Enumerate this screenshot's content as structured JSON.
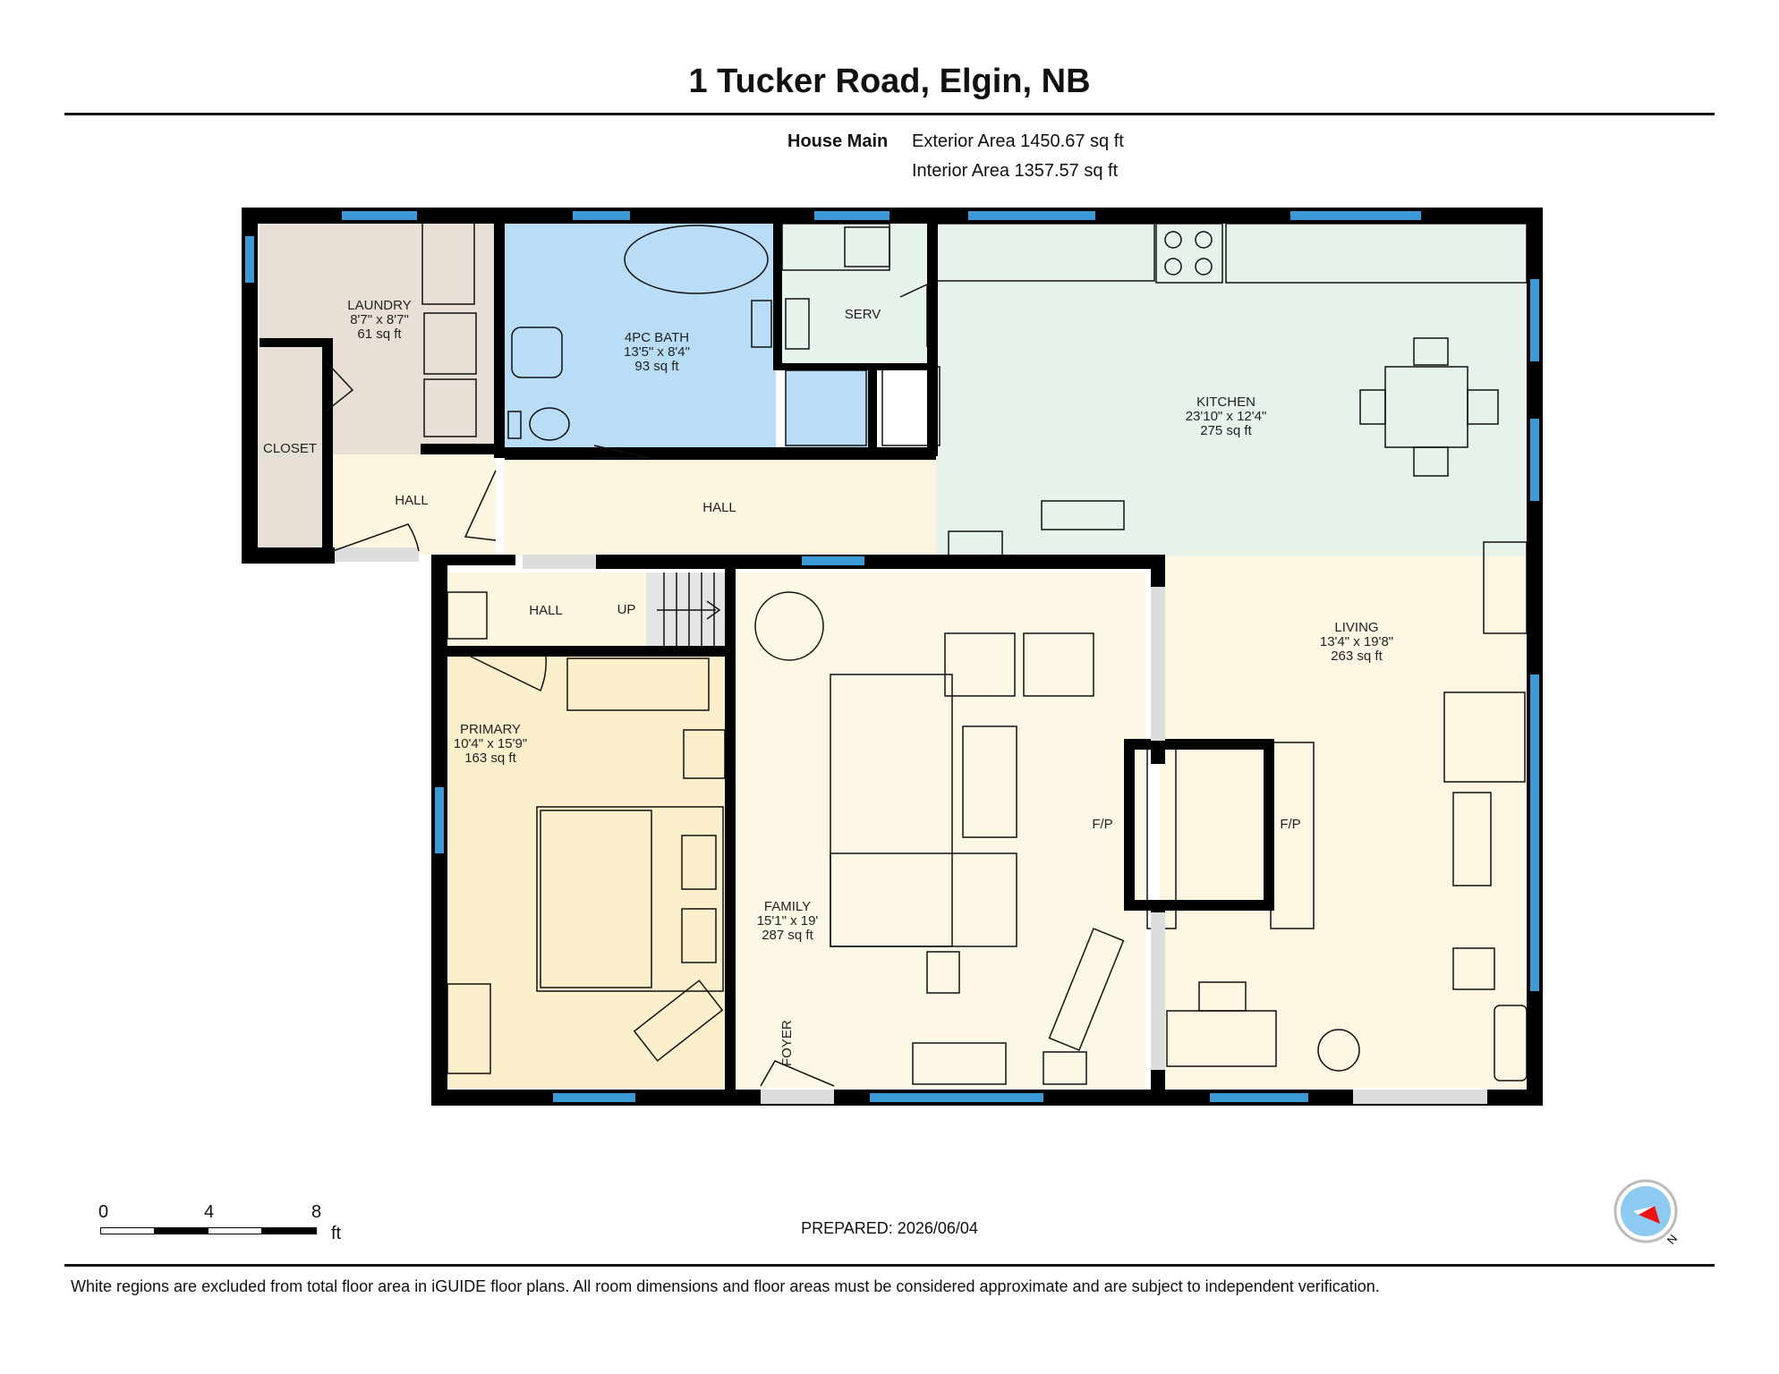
{
  "title": "1 Tucker Road, Elgin, NB",
  "area": {
    "label": "House Main",
    "exterior": "Exterior Area 1450.67 sq ft",
    "interior": "Interior Area 1357.57 sq ft"
  },
  "rooms": {
    "laundry": {
      "name": "LAUNDRY",
      "dims": "8'7\" x 8'7\"",
      "area": "61 sq ft"
    },
    "bath": {
      "name": "4PC BATH",
      "dims": "13'5\" x 8'4\"",
      "area": "93 sq ft"
    },
    "serv": {
      "name": "SERV"
    },
    "kitchen": {
      "name": "KITCHEN",
      "dims": "23'10\" x 12'4\"",
      "area": "275 sq ft"
    },
    "closet": {
      "name": "CLOSET"
    },
    "hall_a": {
      "name": "HALL"
    },
    "hall_b": {
      "name": "HALL"
    },
    "hall_c": {
      "name": "HALL"
    },
    "up": {
      "name": "UP"
    },
    "primary": {
      "name": "PRIMARY",
      "dims": "10'4\" x 15'9\"",
      "area": "163 sq ft"
    },
    "family": {
      "name": "FAMILY",
      "dims": "15'1\" x 19'",
      "area": "287 sq ft"
    },
    "living": {
      "name": "LIVING",
      "dims": "13'4\" x 19'8\"",
      "area": "263 sq ft"
    },
    "fp_left": {
      "name": "F/P"
    },
    "fp_right": {
      "name": "F/P"
    },
    "foyer": {
      "name": "FOYER"
    }
  },
  "colors": {
    "wall": "#000000",
    "window": "#3b9ad6",
    "laundry": "#e8e0d6",
    "bath": "#b9ddf6",
    "kitchen": "#e6f2ea",
    "hall": "#fcf5df",
    "primary": "#fcefcc",
    "family": "#fdf8e5",
    "living": "#fcf6e2",
    "closet": "#e6dfd6"
  },
  "scale": {
    "ticks": [
      "0",
      "4",
      "8"
    ],
    "unit": "ft"
  },
  "prepared": "PREPARED: 2026/06/04",
  "compass_label": "N",
  "footer": "White regions are excluded from total floor area in iGUIDE floor plans. All room dimensions and floor areas must be considered approximate and are subject to independent verification."
}
